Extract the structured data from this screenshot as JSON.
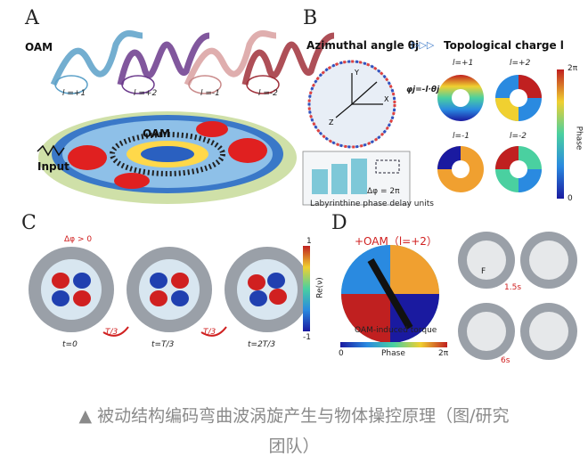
{
  "panels": {
    "A": {
      "letter": "A",
      "oam_label": "OAM",
      "oam_center_label": "OAM",
      "input_label": "Input",
      "helix_labels": [
        "l =+1",
        "l =+2",
        "l =-1",
        "l =-2"
      ],
      "helix_colors": [
        "#5aa0c8",
        "#6b3a8c",
        "#c98a8a",
        "#a0303a"
      ]
    },
    "B": {
      "letter": "B",
      "title_left": "Azimuthal angle θj",
      "title_right": "Topological charge l",
      "phase_eq": "φj=-l·θj",
      "units_label": "Labyrinthine phase delay units",
      "delta_label": "Δφ = 2π",
      "phase_axis": "Phase",
      "phase_top": "2π",
      "phase_bottom": "0",
      "mode_labels": [
        "l=+1",
        "l=+2",
        "l=-1",
        "l=-2"
      ]
    },
    "C": {
      "letter": "C",
      "delta_label": "Δφ > 0",
      "time_labels": [
        "t=0",
        "t=T/3",
        "t=2T/3"
      ],
      "arrow_labels": [
        "T/3",
        "T/3"
      ],
      "colorbar_top": "1",
      "colorbar_bottom": "-1",
      "colorbar_axis": "Re(ν)"
    },
    "D": {
      "letter": "D",
      "oam_label": "+OAM（l=+2）",
      "torque_label": "OAM-induced torque",
      "phase_axis": "Phase",
      "phase_min": "0",
      "phase_max": "2π",
      "time_labels": [
        "1.5s",
        "6s"
      ],
      "force_label": "F"
    }
  },
  "caption": {
    "line1": "▲ 被动结构编码弯曲波涡旋产生与物体操控原理（图/研究",
    "line2": "团队）"
  }
}
